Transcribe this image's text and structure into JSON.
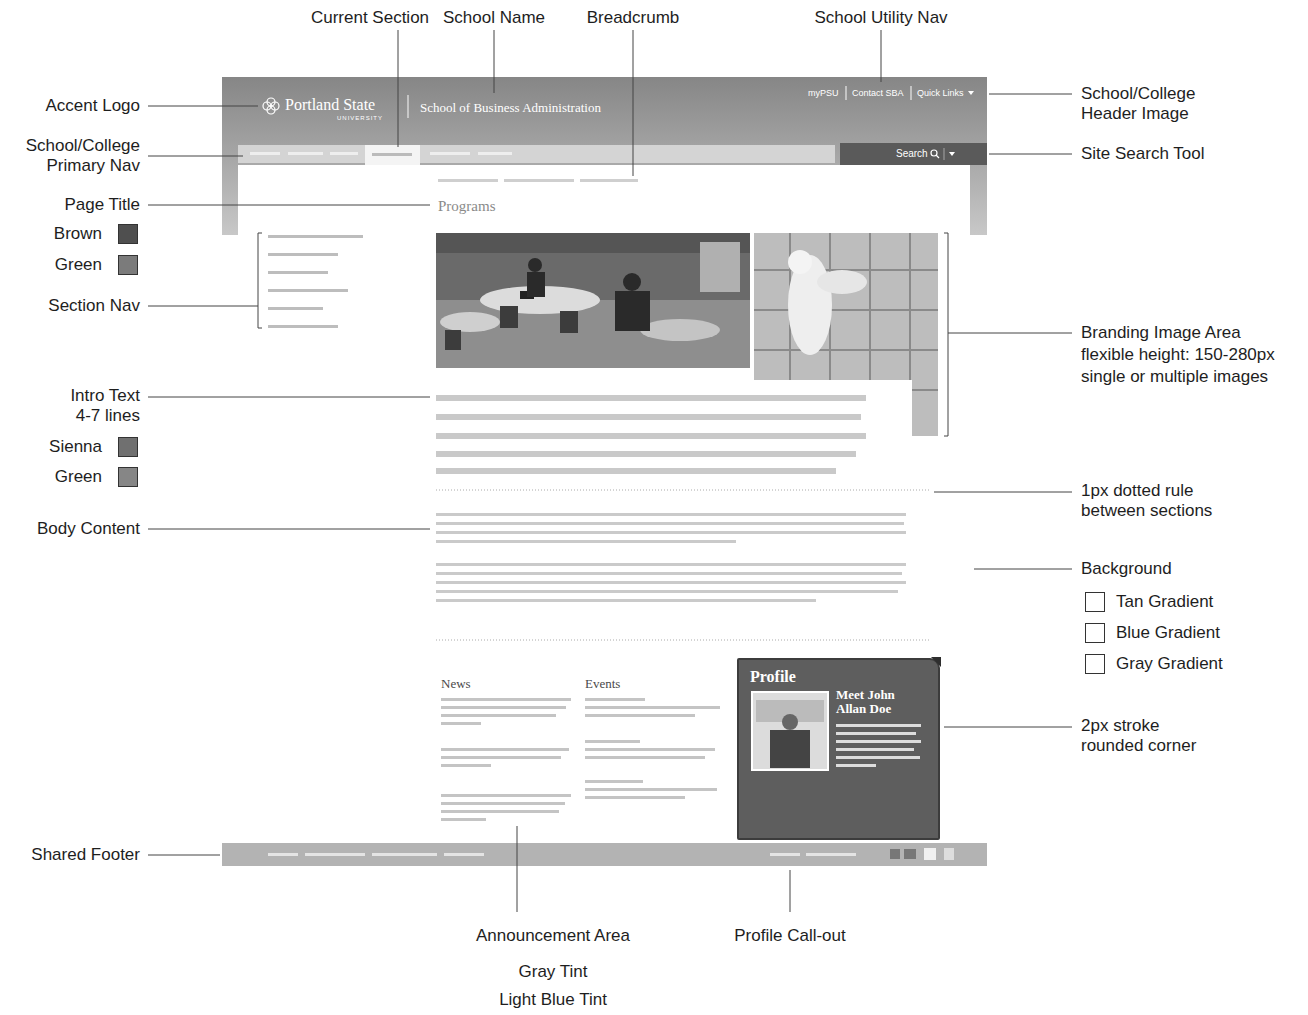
{
  "diagram": {
    "nodes": [
      {
        "text": [
          "Portland State",
          "UNIVERSITY",
          "School of Business Administration",
          "myPSU",
          "Contact SBA",
          "Quick Links"
        ]
      },
      {
        "text": [
          "Search"
        ],
        "in": 0
      },
      {
        "text": [
          "Profile",
          "Meet John Allan Doe"
        ]
      }
    ],
    "labels": [
      "Current Section",
      "School Name",
      "Breadcrumb",
      "School Utility Nav",
      "Accent Logo",
      "School/College Header Image",
      "School/College Primary Nav",
      "Site Search Tool",
      "Page Title",
      "Programs",
      "Section Nav",
      "Branding Image Area flexible height: 150-280px single or multiple images",
      "Intro Text 4-7 lines",
      "1px dotted rule between sections",
      "Body Content",
      "Background",
      "News",
      "Events",
      "2px stroke rounded corner",
      "Shared Footer",
      "Announcement Area",
      "Gray Tint",
      "Light Blue Tint",
      "Profile Call-out"
    ],
    "legend": [
      {
        "text": "Brown",
        "color": "#4f4f4f"
      },
      {
        "text": "Green",
        "color": "#7b7b7b"
      },
      {
        "text": "Sienna",
        "color": "#707070"
      },
      {
        "text": "Green",
        "color": "#868686"
      },
      {
        "text": "Tan Gradient"
      },
      {
        "text": "Blue Gradient"
      },
      {
        "text": "Gray Gradient"
      }
    ]
  }
}
